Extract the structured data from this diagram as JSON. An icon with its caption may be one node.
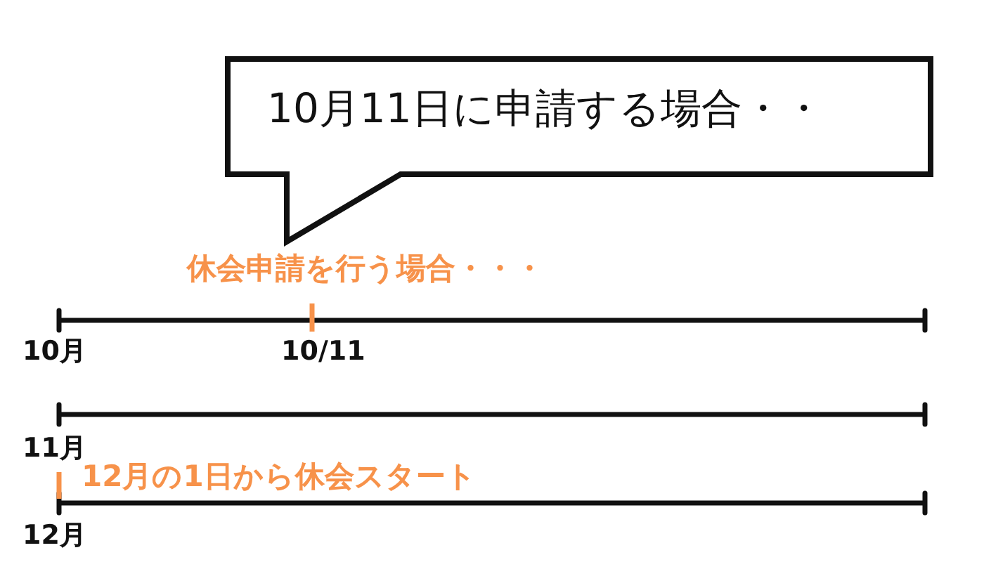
{
  "diagram": {
    "nodes": [
      {
        "text": [
          "10月11日に申請する場合・・"
        ]
      }
    ],
    "labels": [
      "休会申請を行う場合・・・",
      "10月",
      "10/11",
      "11月",
      "12月の1日から休会スタート",
      "12月"
    ]
  }
}
